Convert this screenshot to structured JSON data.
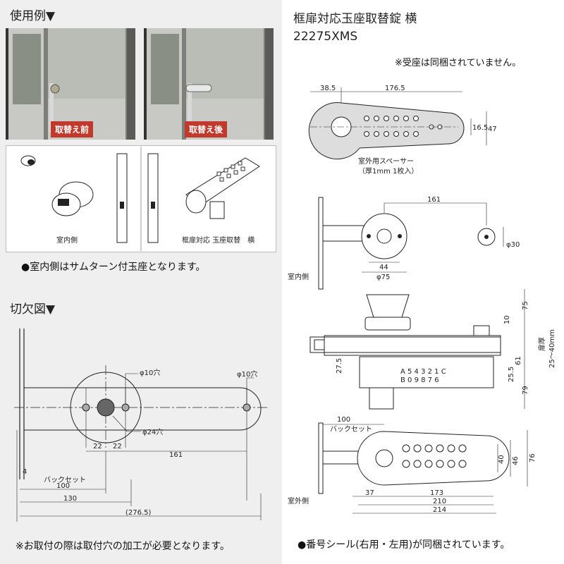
{
  "usage": {
    "title": "使用例▼",
    "photo_before_label": "取替え前",
    "photo_after_label": "取替え後",
    "illus_label_indoor": "室内側",
    "illus_label_product": "框扉対応 玉座取替　横",
    "note": "●室内側はサムターン付玉座となります。"
  },
  "cutout": {
    "title": "切欠図▼",
    "label_hole10_a": "φ10穴",
    "label_hole10_b": "φ10穴",
    "label_hole24": "φ24穴",
    "dim_22a": "22",
    "dim_22b": "22",
    "dim_161": "161",
    "dim_4": "4",
    "label_backset": "バックセット",
    "dim_100": "100",
    "dim_130": "130",
    "dim_276": "(276.5)",
    "note": "※お取付の際は取付穴の加工が必要となります。"
  },
  "product": {
    "title": "框扉対応玉座取替錠 横",
    "model": "22275XMS",
    "note_top": "※受座は同梱されていません。",
    "spacer_label_1": "室外用スペーサー",
    "spacer_label_2": "（厚1mm 1枚入）",
    "dim_38_5": "38.5",
    "dim_176_5": "176.5",
    "dim_16_5": "16.5",
    "dim_47": "47",
    "dim_161": "161",
    "dim_phi30": "φ30",
    "dim_44": "44",
    "dim_phi75": "φ75",
    "label_indoor": "室内側",
    "dim_75": "75",
    "dim_10": "10",
    "label_door_thickness": "扉厚",
    "dim_door_range": "25〜40mm",
    "dim_27_5": "27.5",
    "dim_25_5": "25.5",
    "dim_61": "61",
    "dim_79": "79",
    "keys_row1": "A 5 4 3 2 1 C",
    "keys_row2": "B 0 9 8 7 6",
    "dim_100": "100",
    "label_backset": "バックセット",
    "dim_40": "40",
    "dim_46": "46",
    "dim_76": "76",
    "label_outdoor": "室外側",
    "dim_37": "37",
    "dim_173": "173",
    "dim_210": "210",
    "dim_214": "214",
    "note_bottom": "●番号シール(右用・左用)が同梱されています。"
  }
}
